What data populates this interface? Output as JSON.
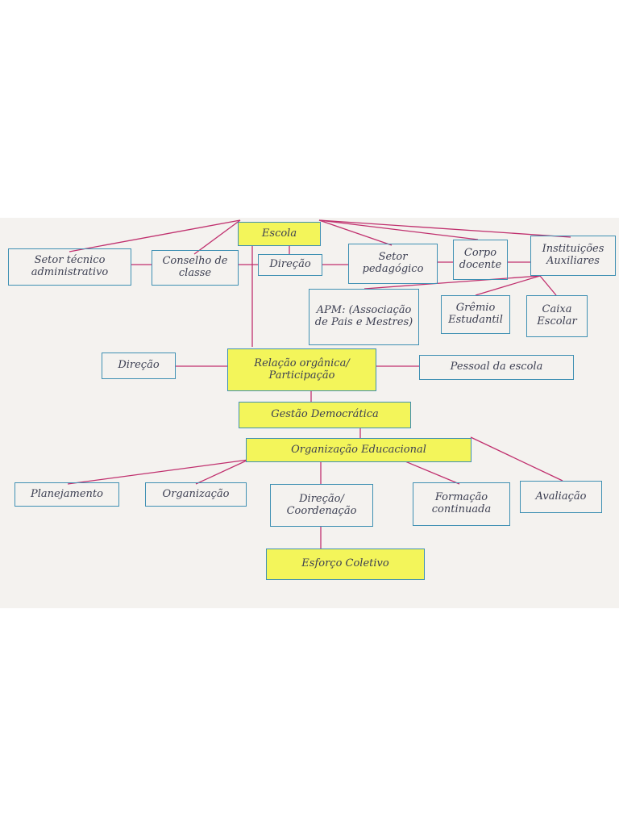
{
  "diagram": {
    "nodes": {
      "escola": "Escola",
      "setor_tecnico": "Setor técnico administrativo",
      "conselho": "Conselho de classe",
      "direcao_top": "Direção",
      "setor_pedagogico": "Setor pedagógico",
      "corpo_docente": "Corpo docente",
      "instituicoes": "Instituições Auxiliares",
      "apm": "APM: (Associação de Pais e Mestres)",
      "gremio": "Grêmio Estudantil",
      "caixa": "Caixa Escolar",
      "direcao_mid": "Direção",
      "relacao": "Relação orgânica/ Participação",
      "pessoal": "Pessoal da escola",
      "gestao": "Gestão Democrática",
      "organizacao_educacional": "Organização Educacional",
      "planejamento": "Planejamento",
      "organizacao": "Organização",
      "direcao_coord": "Direção/ Coordenação",
      "formacao": "Formação continuada",
      "avaliacao": "Avaliação",
      "esforco": "Esforço Coletivo"
    },
    "colors": {
      "paper": "#f4f2ef",
      "box_border": "#3f90b3",
      "connector": "#c0306e",
      "highlight": "#f3f55a",
      "text": "#3c3f52"
    }
  }
}
